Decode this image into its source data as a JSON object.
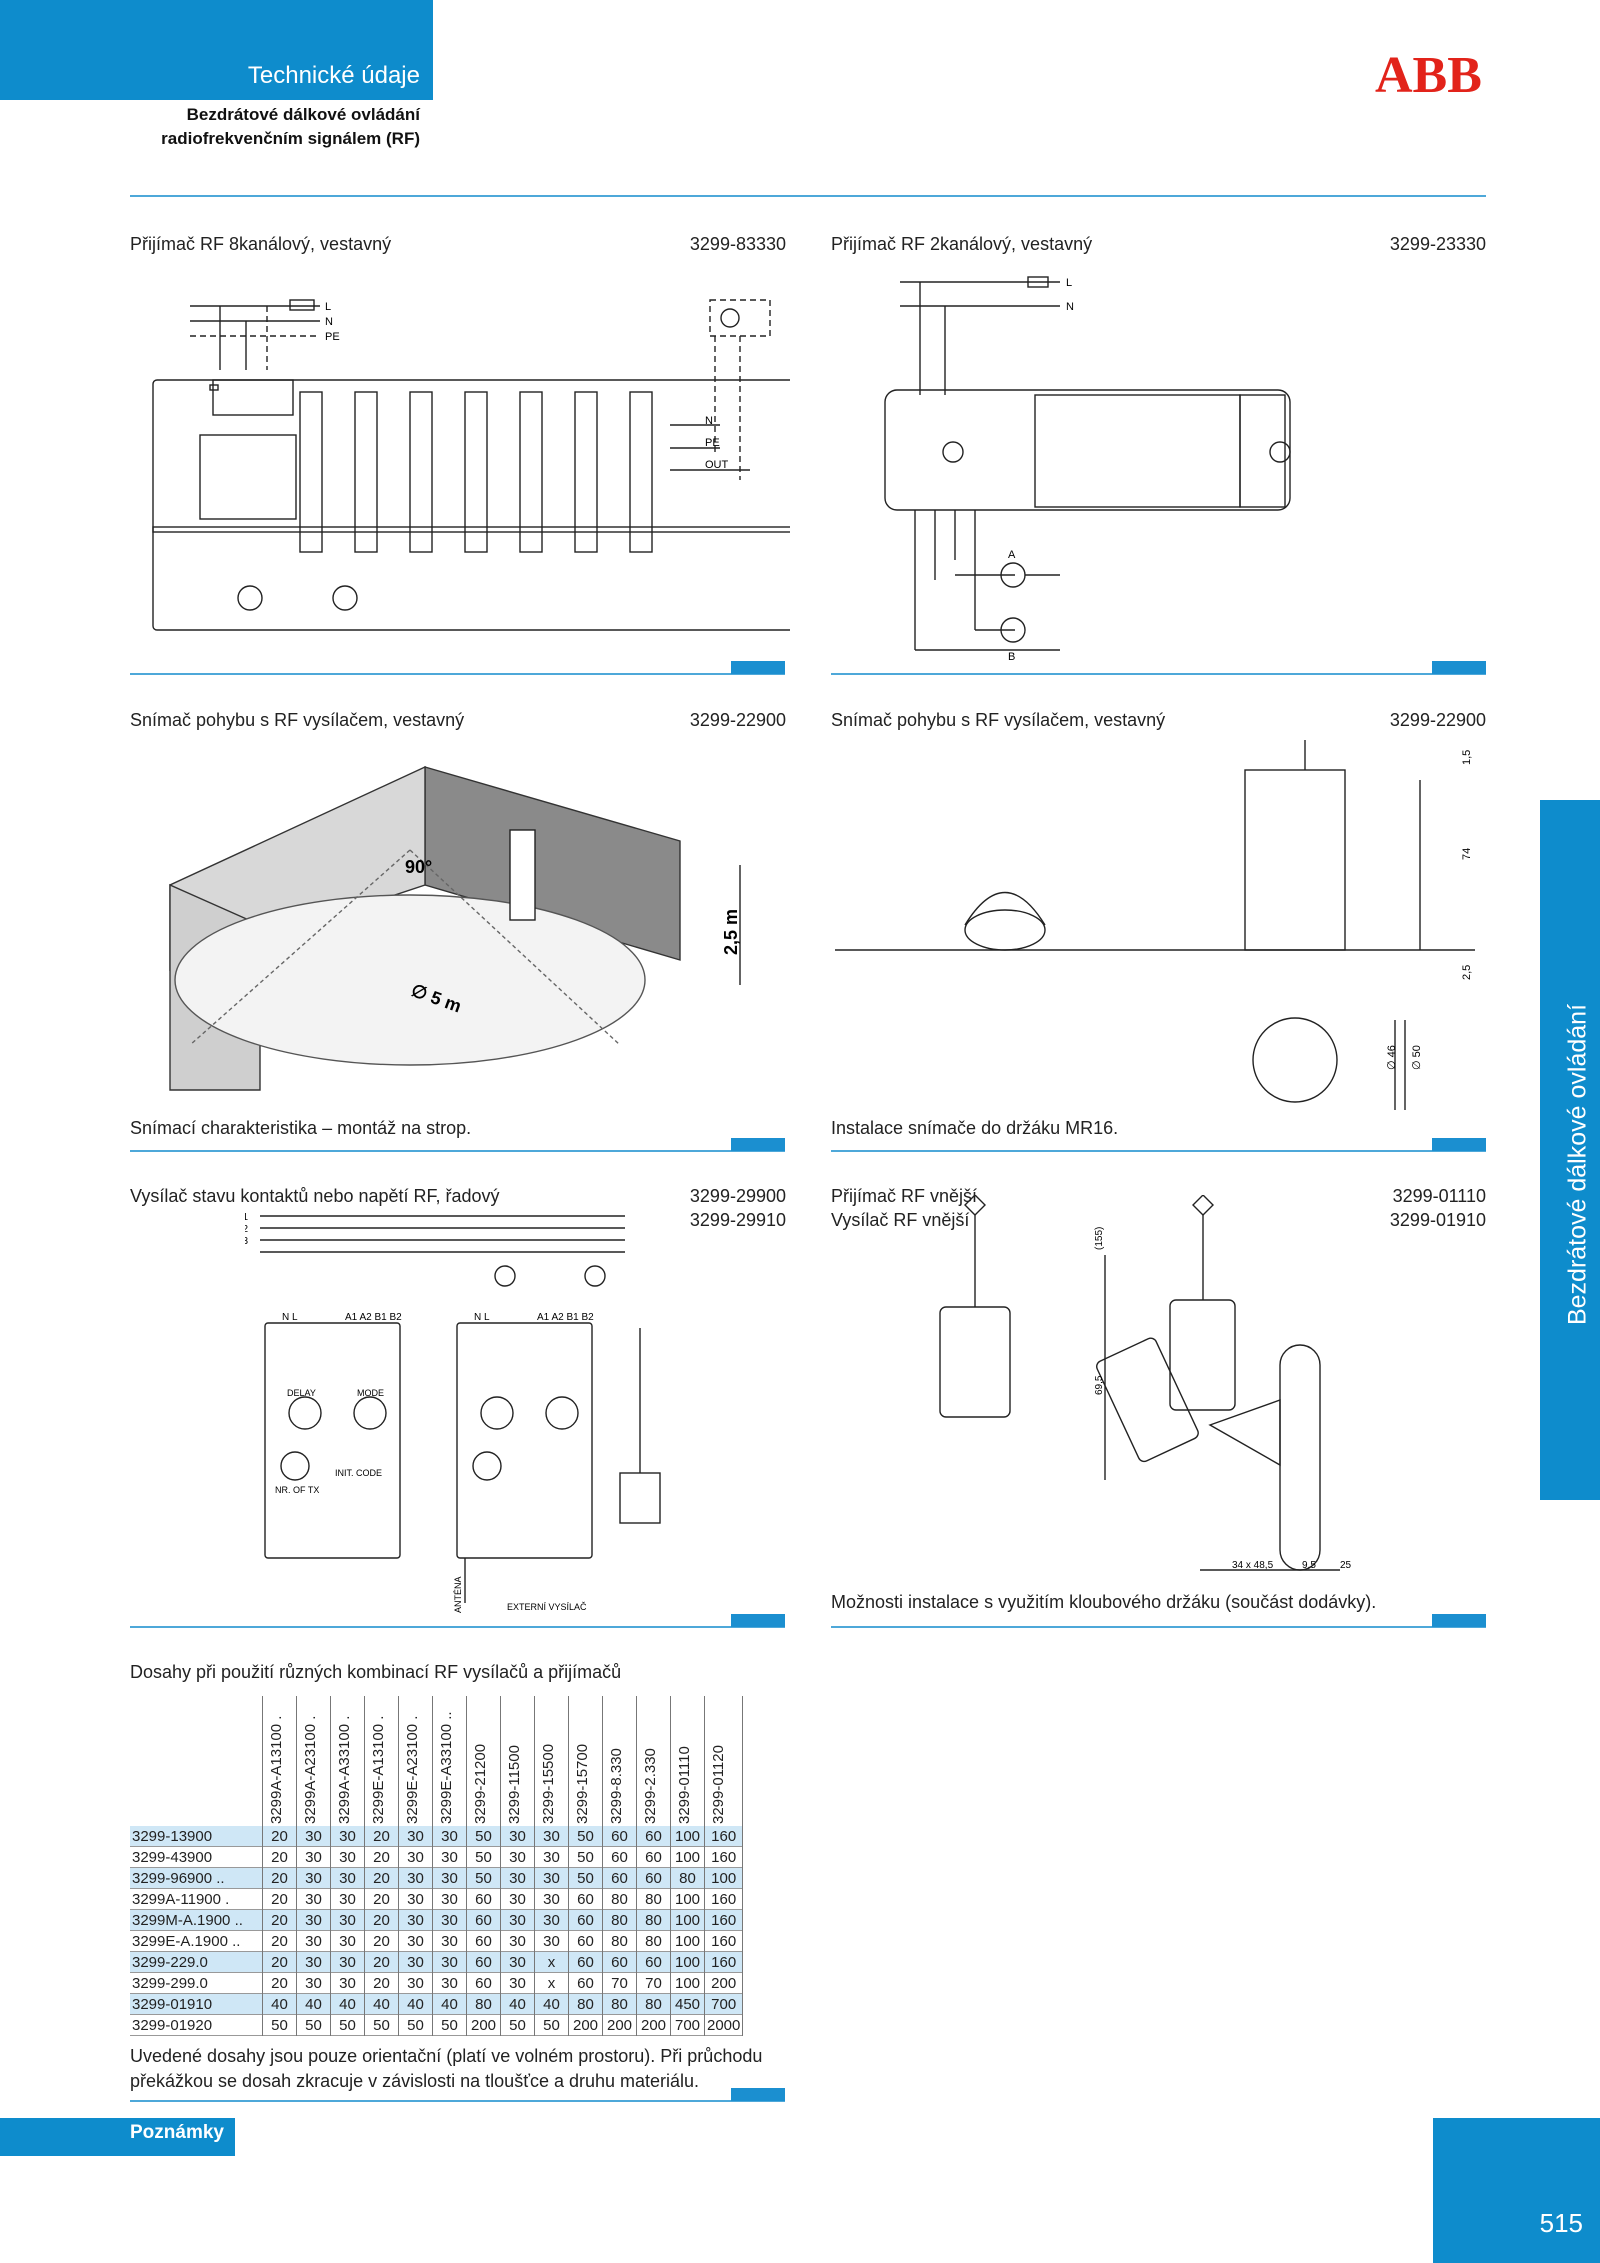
{
  "header": {
    "title": "Technické údaje",
    "subtitle_line1": "Bezdrátové dálkové ovládání",
    "subtitle_line2": "radiofrekvenčním signálem (RF)",
    "logo": "ABB"
  },
  "sections": [
    {
      "title": "Přijímač RF 8kanálový, vestavný",
      "code": "3299-83330"
    },
    {
      "title": "Přijímač RF 2kanálový, vestavný",
      "code": "3299-23330"
    },
    {
      "title": "Snímač pohybu s RF vysílačem, vestavný",
      "code": "3299-22900",
      "caption": "Snímací charakteristika – montáž na strop."
    },
    {
      "title": "Snímač pohybu s RF vysílačem, vestavný",
      "code": "3299-22900",
      "caption": "Instalace snímače do držáku MR16."
    },
    {
      "title": "Vysílač stavu kontaktů nebo napětí RF, řadový",
      "code": "3299-29900",
      "code2": "3299-29910"
    },
    {
      "title": "Přijímač RF vnější",
      "title2": "Vysílač RF vnější",
      "code": "3299-01110",
      "code2": "3299-01910",
      "caption": "Možnosti instalace s využitím kloubového držáku (součást dodávky)."
    }
  ],
  "diagram_labels": {
    "rx8": [
      "L",
      "N",
      "PE",
      "N",
      "PE",
      "OUT"
    ],
    "rx2": [
      "L",
      "N",
      "A",
      "B"
    ],
    "motion": [
      "90°",
      "∅ 5 m",
      "2,5 m"
    ],
    "mr16": [
      "1,5",
      "74",
      "2,5",
      "∅ 46",
      "∅ 50"
    ],
    "contact": [
      "L1",
      "L2",
      "L3",
      "N",
      "N L",
      "A1 A2 B1 B2",
      "DELAY",
      "MODE",
      "NR. OF TX",
      "INIT. CODE",
      "ANTÉNA",
      "EXTERNÍ VYSÍLAČ"
    ],
    "outdoor": [
      "(155)",
      "69,5",
      "34 x 48,5",
      "9,5",
      "25"
    ]
  },
  "table": {
    "title": "Dosahy při použití různých kombinací RF vysílačů a přijímačů",
    "columns": [
      "3299A-A13100 .",
      "3299A-A23100 .",
      "3299A-A33100 .",
      "3299E-A13100 .",
      "3299E-A23100 .",
      "3299E-A33100 ..",
      "3299-21200",
      "3299-11500",
      "3299-15500",
      "3299-15700",
      "3299-8.330",
      "3299-2.330",
      "3299-01110",
      "3299-01120"
    ],
    "rows": [
      {
        "name": "3299-13900",
        "v": [
          "20",
          "30",
          "30",
          "20",
          "30",
          "30",
          "50",
          "30",
          "30",
          "50",
          "60",
          "60",
          "100",
          "160"
        ]
      },
      {
        "name": "3299-43900",
        "v": [
          "20",
          "30",
          "30",
          "20",
          "30",
          "30",
          "50",
          "30",
          "30",
          "50",
          "60",
          "60",
          "100",
          "160"
        ]
      },
      {
        "name": "3299-96900 ..",
        "v": [
          "20",
          "30",
          "30",
          "20",
          "30",
          "30",
          "50",
          "30",
          "30",
          "50",
          "60",
          "60",
          "80",
          "100"
        ]
      },
      {
        "name": "3299A-11900 .",
        "v": [
          "20",
          "30",
          "30",
          "20",
          "30",
          "30",
          "60",
          "30",
          "30",
          "60",
          "80",
          "80",
          "100",
          "160"
        ]
      },
      {
        "name": "3299M-A.1900 ..",
        "v": [
          "20",
          "30",
          "30",
          "20",
          "30",
          "30",
          "60",
          "30",
          "30",
          "60",
          "80",
          "80",
          "100",
          "160"
        ]
      },
      {
        "name": "3299E-A.1900 ..",
        "v": [
          "20",
          "30",
          "30",
          "20",
          "30",
          "30",
          "60",
          "30",
          "30",
          "60",
          "80",
          "80",
          "100",
          "160"
        ]
      },
      {
        "name": "3299-229.0",
        "v": [
          "20",
          "30",
          "30",
          "20",
          "30",
          "30",
          "60",
          "30",
          "x",
          "60",
          "60",
          "60",
          "100",
          "160"
        ]
      },
      {
        "name": "3299-299.0",
        "v": [
          "20",
          "30",
          "30",
          "20",
          "30",
          "30",
          "60",
          "30",
          "x",
          "60",
          "70",
          "70",
          "100",
          "200"
        ]
      },
      {
        "name": "3299-01910",
        "v": [
          "40",
          "40",
          "40",
          "40",
          "40",
          "40",
          "80",
          "40",
          "40",
          "80",
          "80",
          "80",
          "450",
          "700"
        ]
      },
      {
        "name": "3299-01920",
        "v": [
          "50",
          "50",
          "50",
          "50",
          "50",
          "50",
          "200",
          "50",
          "50",
          "200",
          "200",
          "200",
          "700",
          "2000"
        ]
      }
    ],
    "note": "Uvedené dosahy jsou pouze orientační (platí ve volném prostoru). Při průchodu překážkou se dosah zkracuje v závislosti na tloušťce a druhu materiálu."
  },
  "side_tab": "Bezdrátové dálkové ovládání",
  "notes_label": "Poznámky",
  "page_number": "515"
}
